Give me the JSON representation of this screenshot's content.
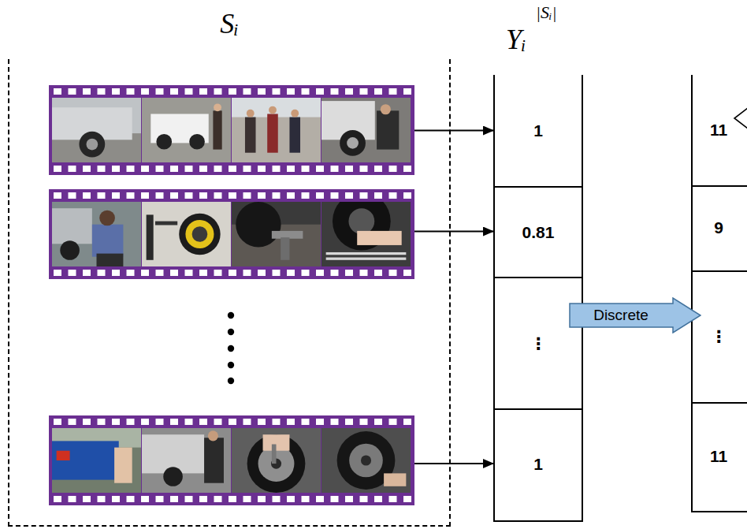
{
  "diagram": {
    "nodes": [
      {
        "text": [
          "Sᵢ"
        ]
      },
      {
        "text": [
          "Yᵢ",
          "|Sᵢ|"
        ]
      },
      {
        "text": [
          "1"
        ],
        "in": 1
      },
      {
        "text": [
          "0.81"
        ],
        "in": 1
      },
      {
        "text": [
          "⋮"
        ],
        "in": 1
      },
      {
        "text": [
          "1"
        ],
        "in": 1
      },
      {
        "text": [
          "Discrete"
        ]
      },
      {
        "text": [
          "11"
        ]
      },
      {
        "text": [
          "9"
        ]
      },
      {
        "text": [
          "⋮"
        ]
      },
      {
        "text": [
          "11"
        ]
      }
    ],
    "edges": [
      {
        "from": 0,
        "to": 2,
        "arrow": "to"
      },
      {
        "from": 0,
        "to": 3,
        "arrow": "to"
      },
      {
        "from": 0,
        "to": 5,
        "arrow": "to"
      }
    ]
  }
}
